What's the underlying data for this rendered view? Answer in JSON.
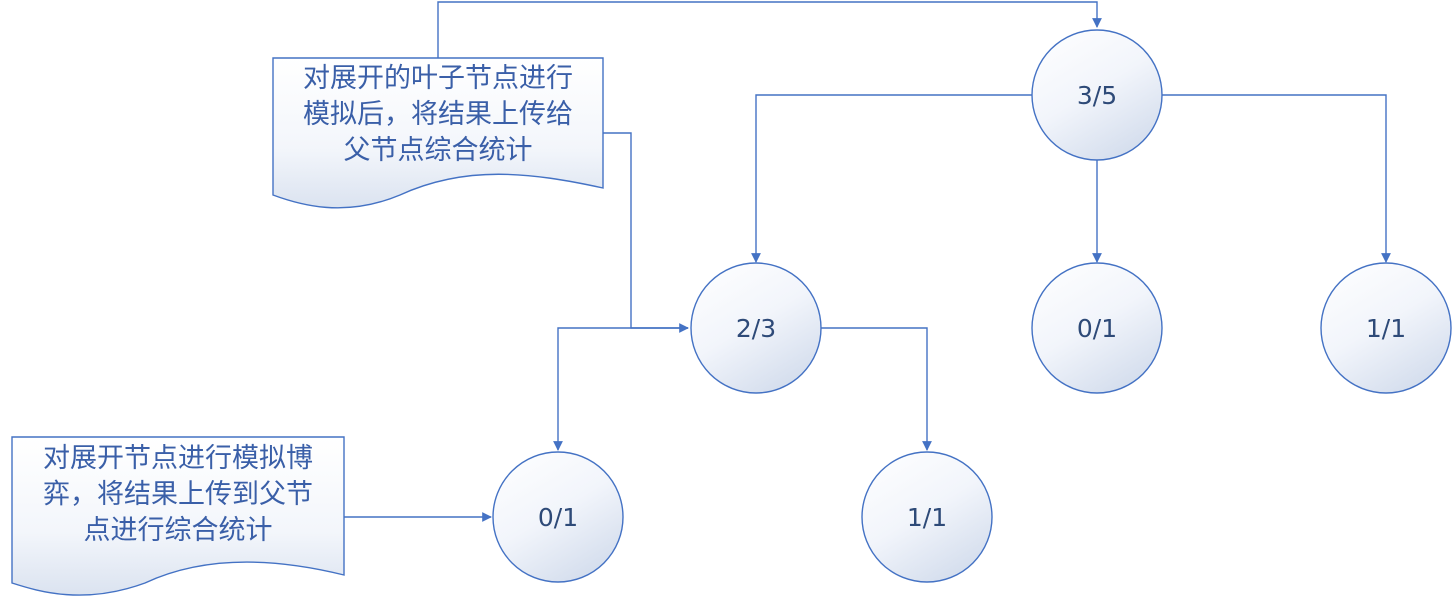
{
  "colors": {
    "line": "#4472c4",
    "node_fill_light": "#ffffff",
    "node_fill_dark": "#d6dfee",
    "text": "#2e4a78",
    "note_text": "#3a5fa8"
  },
  "nodes": {
    "root": "3/5",
    "mid_left": "2/3",
    "mid_center": "0/1",
    "mid_right": "1/1",
    "leaf_left": "0/1",
    "leaf_right": "1/1"
  },
  "notes": {
    "top": {
      "lines": [
        "对展开的叶子节点进行",
        "模拟后，将结果上传给",
        "父节点综合统计"
      ]
    },
    "bottom": {
      "lines": [
        "对展开节点进行模拟博",
        "弈，将结果上传到父节",
        "点进行综合统计"
      ]
    }
  }
}
